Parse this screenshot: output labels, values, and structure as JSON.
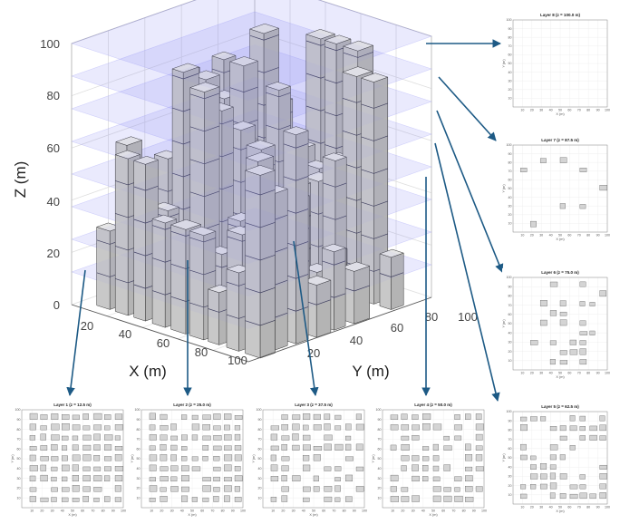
{
  "main_plot": {
    "z_label": "Z (m)",
    "x_label": "X (m)",
    "y_label": "Y (m)",
    "z_ticks": [
      "0",
      "20",
      "40",
      "60",
      "80",
      "100"
    ],
    "x_ticks": [
      "20",
      "40",
      "60",
      "80",
      "100"
    ],
    "y_ticks": [
      "20",
      "40",
      "60",
      "80",
      "100"
    ],
    "layer_heights": [
      12.5,
      25.0,
      37.5,
      50.0,
      62.5,
      75.0,
      87.5,
      100.0
    ],
    "colors": {
      "building": "#c8c8c8",
      "building_top": "#e6e6e6",
      "layer": "#8f8ff5",
      "arrow": "#1d5a85"
    }
  },
  "layer_plots": [
    {
      "id": "layer8",
      "title": "Layer 8 (z = 100.0 m)"
    },
    {
      "id": "layer7",
      "title": "Layer 7 (z = 87.5 m)"
    },
    {
      "id": "layer6",
      "title": "Layer 6 (z = 75.0 m)"
    },
    {
      "id": "layer5",
      "title": "Layer 5 (z = 62.5 m)"
    },
    {
      "id": "layer1",
      "title": "Layer 1 (z = 12.5 m)"
    },
    {
      "id": "layer2",
      "title": "Layer 2 (z = 25.0 m)"
    },
    {
      "id": "layer3",
      "title": "Layer 3 (z = 37.5 m)"
    },
    {
      "id": "layer4",
      "title": "Layer 4 (z = 50.0 m)"
    }
  ],
  "layer_plot_axes": {
    "x_label": "X (m)",
    "y_label": "Y (m)",
    "ticks": [
      "10",
      "20",
      "30",
      "40",
      "50",
      "60",
      "70",
      "80",
      "90",
      "100"
    ]
  }
}
